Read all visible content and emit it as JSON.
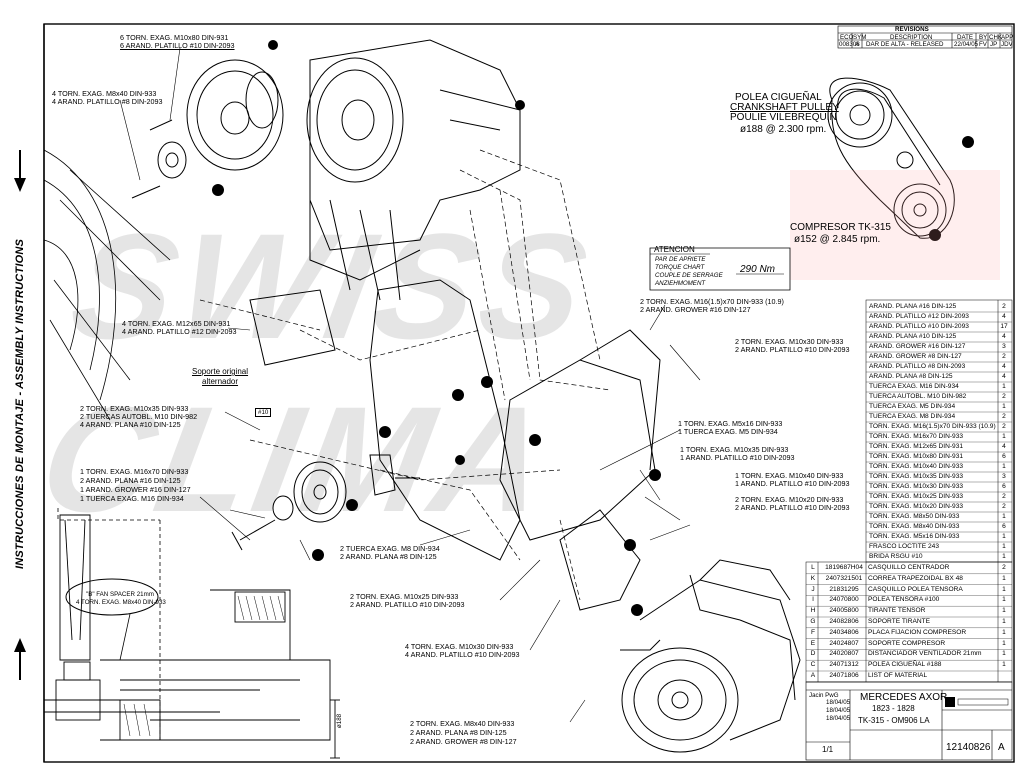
{
  "side_title": "INSTRUCCIONES DE MONTAJE - ASSEMBLY INSTRUCTIONS",
  "revisions": {
    "header": "REVISIONS",
    "columns": [
      "ECO",
      "SYM",
      "DESCRIPTION",
      "DATE",
      "BY",
      "CHK",
      "APP"
    ],
    "row": [
      "008308",
      "A",
      "DAR DE ALTA - RELEASED",
      "22/04/05",
      "FV",
      "JP",
      "JDV"
    ]
  },
  "crankshaft": {
    "line1": "POLEA CIGUEÑAL",
    "line2": "CRANKSHAFT PULLEY",
    "line3": "POULIE VILEBREQUIN",
    "line4": "ø188 @ 2.300 rpm."
  },
  "compressor": {
    "line1": "COMPRESOR TK-315",
    "line2": "ø152 @ 2.845 rpm."
  },
  "atencion": {
    "title": "ATENCION",
    "l1": "PAR DE APRIETE",
    "l2": "TORQUE CHART",
    "l3": "COUPLE DE SERRAGE",
    "l4": "ANZIEHMOMENT",
    "value": "290 Nm"
  },
  "callouts": {
    "c1a": "6 TORN. EXAG. M10x80 DIN-931",
    "c1b": "6 ARAND. PLATILLO #10 DIN-2093",
    "c2a": "4 TORN. EXAG. M8x40 DIN-933",
    "c2b": "4 ARAND. PLATILLO #8 DIN-2093",
    "c3a": "4 TORN. EXAG. M12x65 DIN-931",
    "c3b": "4 ARAND. PLATILLO #12 DIN-2093",
    "c4a": "Soporte original",
    "c4b": "alternador",
    "c5a": "2 TORN. EXAG. M16(1.5)x70 DIN-933 (10.9)",
    "c5b": "2 ARAND. GROWER #16 DIN-127",
    "c6a": "2 TORN. EXAG. M10x30 DIN-933",
    "c6b": "2 ARAND. PLATILLO #10 DIN-2093",
    "c7a": "2 TORN. EXAG. M10x35 DIN-933",
    "c7b": "2 TUERCAS AUTOBL. M10 DIN-982",
    "c7c": "4 ARAND. PLANA #10 DIN-125",
    "c7tag": "#10",
    "c8a": "1 TORN. EXAG. M5x16 DIN-933",
    "c8b": "1 TUERCA EXAG. M5 DIN-934",
    "c9a": "1 TORN. EXAG. M10x35 DIN-933",
    "c9b": "1 ARAND. PLATILLO #10 DIN-2093",
    "c10a": "1 TORN. EXAG. M16x70 DIN-933",
    "c10b": "2 ARAND. PLANA #16 DIN-125",
    "c10c": "1 ARAND. GROWER #16 DIN-127",
    "c10d": "1 TUERCA EXAG. M16 DIN-934",
    "c11a": "1 TORN. EXAG. M10x40 DIN-933",
    "c11b": "1 ARAND. PLATILLO #10 DIN-2093",
    "c12a": "2 TORN. EXAG. M10x20 DIN-933",
    "c12b": "2 ARAND. PLATILLO #10 DIN-2093",
    "c13a": "2 TUERCA EXAG. M8 DIN-934",
    "c13b": "2 ARAND. PLANA #8 DIN-125",
    "c14a": "\"B\" FAN SPACER 21mm",
    "c14b": "4 TORN. EXAG. M8x40 DIN-933",
    "c15a": "2 TORN. EXAG. M10x25 DIN-933",
    "c15b": "2 ARAND. PLATILLO #10 DIN-2093",
    "c16a": "4 TORN. EXAG. M10x30 DIN-933",
    "c16b": "4 ARAND. PLATILLO #10 DIN-2093",
    "c17a": "2 TORN. EXAG. M8x40 DIN-933",
    "c17b": "2 ARAND. PLANA #8 DIN-125",
    "c17c": "2 ARAND. GROWER #8 DIN-127",
    "dim": "ø188"
  },
  "hardware_list": [
    {
      "desc": "ARAND. PLANA #16 DIN-125",
      "qty": "2"
    },
    {
      "desc": "ARAND. PLATILLO #12 DIN-2093",
      "qty": "4"
    },
    {
      "desc": "ARAND. PLATILLO #10 DIN-2093",
      "qty": "17"
    },
    {
      "desc": "ARAND. PLANA #10 DIN-125",
      "qty": "4"
    },
    {
      "desc": "ARAND. GROWER #16 DIN-127",
      "qty": "3"
    },
    {
      "desc": "ARAND. GROWER #8 DIN-127",
      "qty": "2"
    },
    {
      "desc": "ARAND. PLATILLO #8 DIN-2093",
      "qty": "4"
    },
    {
      "desc": "ARAND. PLANA #8 DIN-125",
      "qty": "4"
    },
    {
      "desc": "TUERCA EXAG. M16 DIN-934",
      "qty": "1"
    },
    {
      "desc": "TUERCA AUTOBL. M10 DIN-982",
      "qty": "2"
    },
    {
      "desc": "TUERCA EXAG. M5 DIN-934",
      "qty": "1"
    },
    {
      "desc": "TUERCA EXAG. M8 DIN-934",
      "qty": "2"
    },
    {
      "desc": "TORN. EXAG. M16(1.5)x70 DIN-933 (10.9)",
      "qty": "2"
    },
    {
      "desc": "TORN. EXAG. M16x70 DIN-933",
      "qty": "1"
    },
    {
      "desc": "TORN. EXAG. M12x65 DIN-931",
      "qty": "4"
    },
    {
      "desc": "TORN. EXAG. M10x80 DIN-931",
      "qty": "6"
    },
    {
      "desc": "TORN. EXAG. M10x40 DIN-933",
      "qty": "1"
    },
    {
      "desc": "TORN. EXAG. M10x35 DIN-933",
      "qty": "3"
    },
    {
      "desc": "TORN. EXAG. M10x30 DIN-933",
      "qty": "6"
    },
    {
      "desc": "TORN. EXAG. M10x25 DIN-933",
      "qty": "2"
    },
    {
      "desc": "TORN. EXAG. M10x20 DIN-933",
      "qty": "2"
    },
    {
      "desc": "TORN. EXAG. M8x50 DIN-933",
      "qty": "1"
    },
    {
      "desc": "TORN. EXAG. M8x40 DIN-933",
      "qty": "6"
    },
    {
      "desc": "TORN. EXAG. M5x16 DIN-933",
      "qty": "1"
    },
    {
      "desc": "FRASCO LOCTITE 243",
      "qty": "1"
    },
    {
      "desc": "BRIDA RSGU #10",
      "qty": "1"
    }
  ],
  "parts_list": [
    {
      "letter": "L",
      "pn": "1819687H04",
      "desc": "CASQUILLO CENTRADOR",
      "qty": "2"
    },
    {
      "letter": "K",
      "pn": "2407321501",
      "desc": "CORREA TRAPEZOIDAL BX 48",
      "qty": "1"
    },
    {
      "letter": "J",
      "pn": "21831295",
      "desc": "CASQUILLO POLEA TENSORA",
      "qty": "1"
    },
    {
      "letter": "I",
      "pn": "24070800",
      "desc": "POLEA TENSORA #100",
      "qty": "1"
    },
    {
      "letter": "H",
      "pn": "24005800",
      "desc": "TIRANTE TENSOR",
      "qty": "1"
    },
    {
      "letter": "G",
      "pn": "24082806",
      "desc": "SOPORTE TIRANTE",
      "qty": "1"
    },
    {
      "letter": "F",
      "pn": "24034806",
      "desc": "PLACA FIJACION COMPRESOR",
      "qty": "1"
    },
    {
      "letter": "E",
      "pn": "24024807",
      "desc": "SOPORTE COMPRESOR",
      "qty": "1"
    },
    {
      "letter": "D",
      "pn": "24020807",
      "desc": "DISTANCIADOR VENTILADOR 21mm",
      "qty": "1"
    },
    {
      "letter": "C",
      "pn": "24071312",
      "desc": "POLEA CIGUEÑAL #188",
      "qty": "1"
    },
    {
      "letter": "A",
      "pn": "24071806",
      "desc": "LIST OF MATERIAL",
      "qty": ""
    }
  ],
  "title_block": {
    "vehicle": "MERCEDES AXOR",
    "models": "1823 - 1828",
    "unit": "TK-315 - OM906 LA",
    "scale": "1/1",
    "drawing_no": "12140826",
    "rev": "A",
    "dates": [
      "18/04/05",
      "18/04/05",
      "18/04/05"
    ],
    "drawn": "Jacin PwG"
  },
  "watermark_text": "SWISS CLIMA"
}
